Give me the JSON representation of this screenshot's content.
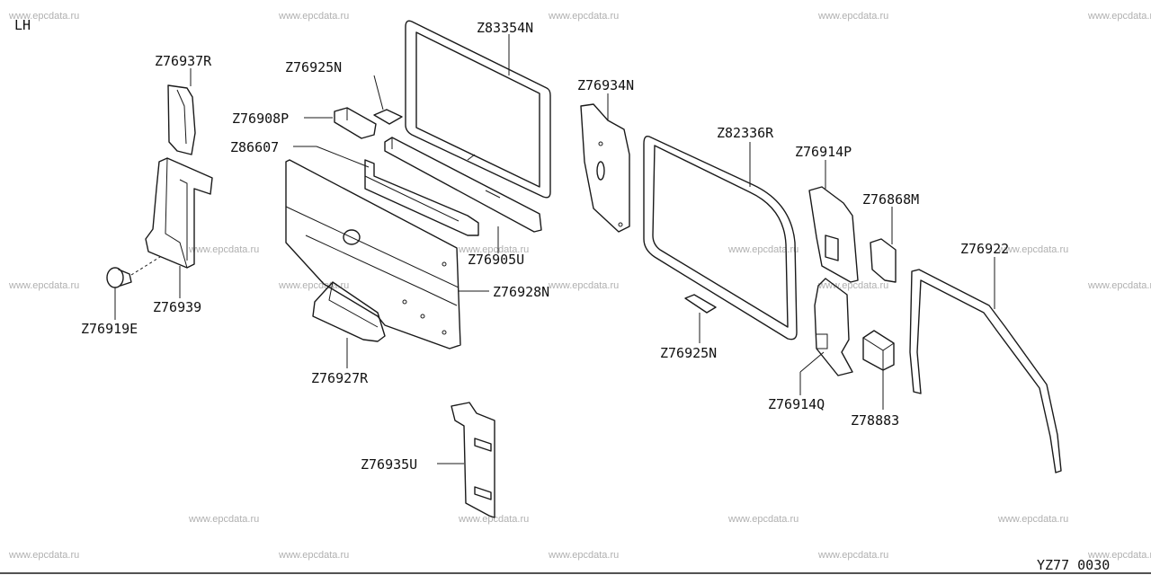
{
  "diagram": {
    "side_label": "LH",
    "code": "YZ77 0030",
    "watermark": "www.epcdata.ru",
    "parts": [
      {
        "id": "p1",
        "number": "Z83354N"
      },
      {
        "id": "p2",
        "number": "Z76937R"
      },
      {
        "id": "p3",
        "number": "Z76925N"
      },
      {
        "id": "p4",
        "number": "Z76908P"
      },
      {
        "id": "p5",
        "number": "Z86607"
      },
      {
        "id": "p6",
        "number": "Z76934N"
      },
      {
        "id": "p7",
        "number": "Z82336R"
      },
      {
        "id": "p8",
        "number": "Z76914P"
      },
      {
        "id": "p9",
        "number": "Z76868M"
      },
      {
        "id": "p10",
        "number": "Z76922"
      },
      {
        "id": "p11",
        "number": "Z76905U"
      },
      {
        "id": "p12",
        "number": "Z76928N"
      },
      {
        "id": "p13",
        "number": "Z76939"
      },
      {
        "id": "p14",
        "number": "Z76919E"
      },
      {
        "id": "p15",
        "number": "Z76927R"
      },
      {
        "id": "p16",
        "number": "Z76925N"
      },
      {
        "id": "p17",
        "number": "Z76914Q"
      },
      {
        "id": "p18",
        "number": "Z78883"
      },
      {
        "id": "p19",
        "number": "Z76935U"
      }
    ]
  }
}
